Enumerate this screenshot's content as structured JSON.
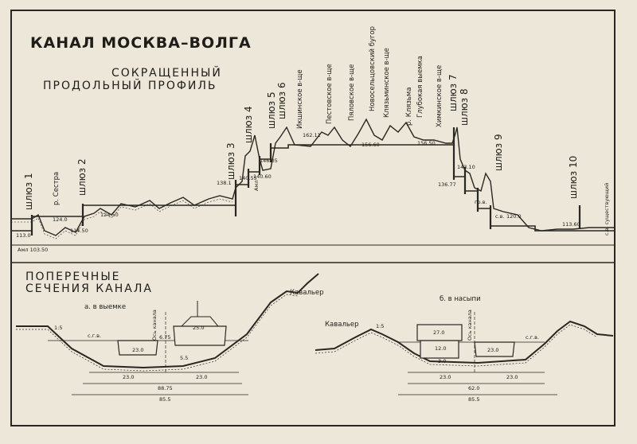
{
  "title": "КАНАЛ МОСКВА–ВОЛГА",
  "profile": {
    "heading_line1": "СОКРАЩЕННЫЙ",
    "heading_line2": "ПРОДОЛЬНЫЙ   ПРОФИЛЬ",
    "locks": [
      "шлюз 1",
      "шлюз 2",
      "шлюз 3",
      "шлюз 4",
      "шлюз 5",
      "шлюз 6",
      "шлюз 7",
      "шлюз 8",
      "шлюз 9",
      "шлюз 10"
    ],
    "places": [
      "р. Сестра",
      "Икшинское в-ще",
      "Пестовское в-ще",
      "Пяловское в-ще",
      "Новосельцовский бугор",
      "Клязьминское в-ще",
      "р. Клязьма",
      "Глубокая выемка",
      "Химкинское в-ще"
    ],
    "elevations": [
      "Амл 103.50",
      "113.0",
      "114.50",
      "124.0",
      "124.50",
      "138.1",
      "140.55",
      "140.60",
      "146.05",
      "162.11",
      "156.60",
      "156.50",
      "136.77",
      "143.10",
      "120.0",
      "113.60",
      "Амл"
    ],
    "misc_labels": [
      "с.в.",
      "с.в. существующий",
      "с.в.",
      "гр.в."
    ]
  },
  "sections": {
    "heading_line1": "ПОПЕРЕЧНЫЕ",
    "heading_line2": "СЕЧЕНИЯ  КАНАЛА",
    "a_title": "а. в выемке",
    "b_title": "б. в насыпи",
    "cavalier": "Кавальер",
    "axis": "Ось канала",
    "a_labels": [
      "1:5",
      "с.г.в.",
      "23.0",
      "25.0",
      "6.75",
      "5.5"
    ],
    "b_labels": [
      "1:5",
      "27.0",
      "12.0",
      "23.0",
      "3.0",
      "с.г.в."
    ],
    "a_dims": [
      "23.0",
      "23.0",
      "88.75",
      "85.5"
    ],
    "b_dims": [
      "23.0",
      "23.0",
      "62.0",
      "85.5"
    ]
  }
}
